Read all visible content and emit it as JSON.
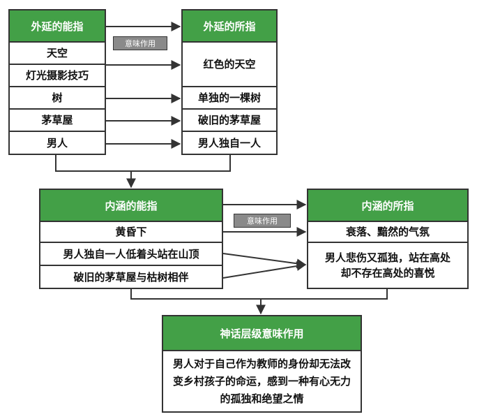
{
  "denotation_signifier": {
    "header": "外延的能指",
    "items": [
      "天空",
      "灯光摄影技巧",
      "树",
      "茅草屋",
      "男人"
    ]
  },
  "denotation_signified": {
    "header": "外延的所指",
    "items": [
      "红色的天空",
      "单独的一棵树",
      "破旧的茅草屋",
      "男人独自一人"
    ]
  },
  "connotation_signifier": {
    "header": "内涵的能指",
    "items": [
      "黄昏下",
      "男人独自一人低着头站在山顶",
      "破旧的茅草屋与枯树相伴"
    ]
  },
  "connotation_signified": {
    "header": "内涵的所指",
    "items": [
      "衰落、黯然的气氛",
      "男人悲伤又孤独，站在高处却不存在高处的喜悦"
    ]
  },
  "myth": {
    "header": "神话层级意味作用",
    "body": "男人对于自己作为教师的身份却无法改变乡村孩子的命运，感到一种有心无力的孤独和绝望之情"
  },
  "tags": {
    "top": "意味作用",
    "middle": "意味作用"
  },
  "colors": {
    "header_green": "#43a047",
    "tag_gray": "#8a8a8a",
    "line": "#333333"
  }
}
